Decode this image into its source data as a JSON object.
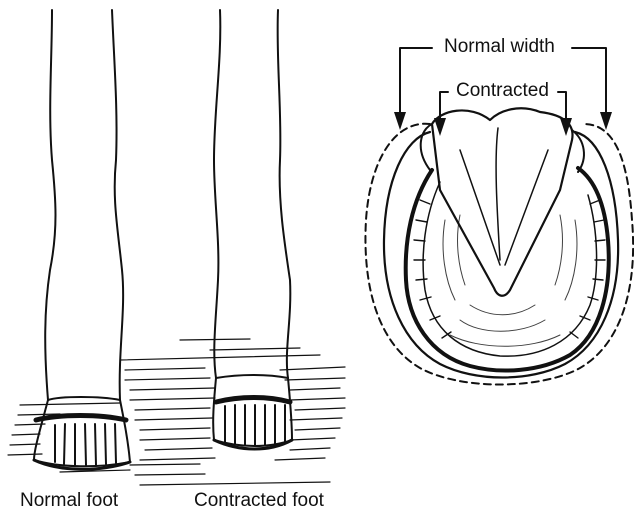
{
  "labels": {
    "normal_width": "Normal width",
    "contracted": "Contracted",
    "normal_foot": "Normal foot",
    "contracted_foot": "Contracted foot"
  },
  "colors": {
    "ink": "#111111",
    "background": "#ffffff"
  }
}
